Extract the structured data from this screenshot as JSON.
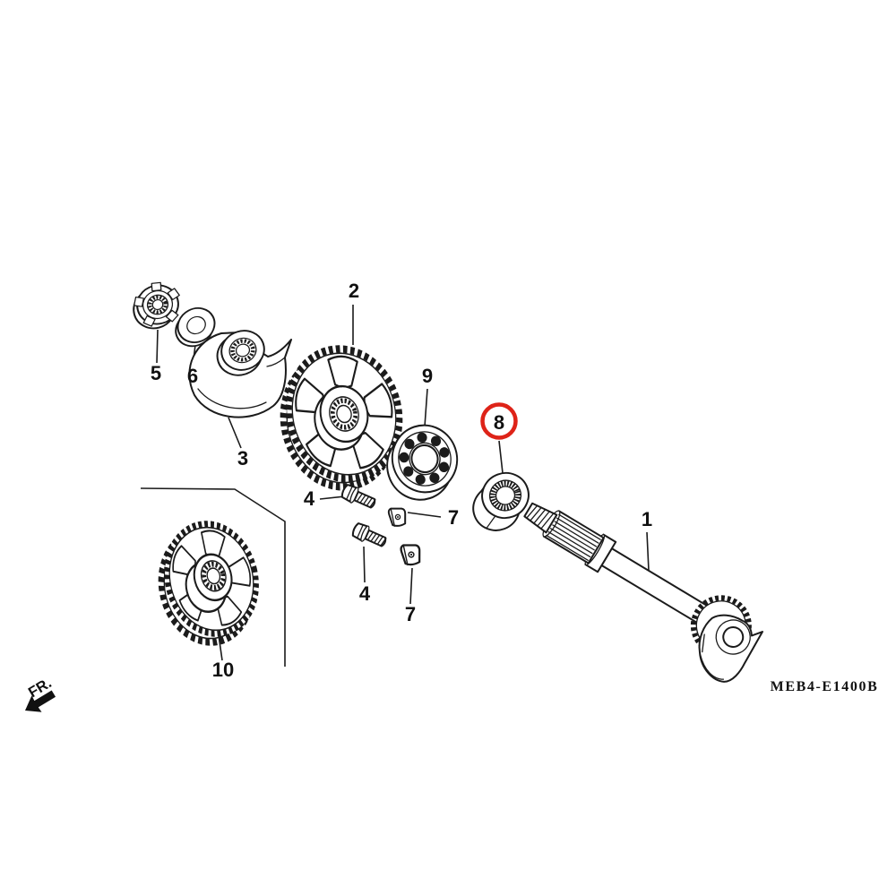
{
  "diagram": {
    "code": "MEB4-E1400B",
    "orientation_label": "FR.",
    "highlighted_callout": "8",
    "highlight_color": "#de2318",
    "line_color": "#1b1b1b",
    "background_color": "#ffffff",
    "callouts": {
      "shaft": "1",
      "gear_upper": "2",
      "crescent_plate": "3",
      "bolt_a": "4",
      "bolt_b": "4",
      "lock_nut": "5",
      "washer": "6",
      "plate_a": "7",
      "plate_b": "7",
      "needle_bearing": "8",
      "ball_bearing": "9",
      "gear_lower": "10"
    }
  }
}
